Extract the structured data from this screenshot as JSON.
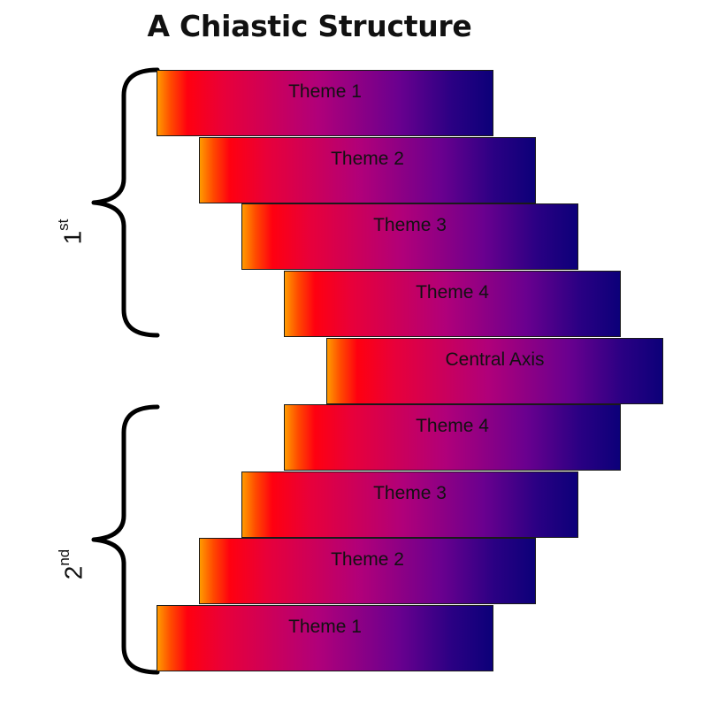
{
  "title": "A Chiastic Structure",
  "groups": {
    "first": {
      "number": "1",
      "suffix": "st"
    },
    "second": {
      "number": "2",
      "suffix": "nd"
    }
  },
  "bars": [
    {
      "label": "Theme 1"
    },
    {
      "label": "Theme 2"
    },
    {
      "label": "Theme 3"
    },
    {
      "label": "Theme 4"
    },
    {
      "label": "Central Axis"
    },
    {
      "label": "Theme 4"
    },
    {
      "label": "Theme 3"
    },
    {
      "label": "Theme 2"
    },
    {
      "label": "Theme 1"
    }
  ],
  "colors": {
    "gradient_start": "#ff9a00",
    "gradient_mid": "#ff0010",
    "gradient_end": "#0c0079",
    "outline": "#1a1a1a"
  }
}
